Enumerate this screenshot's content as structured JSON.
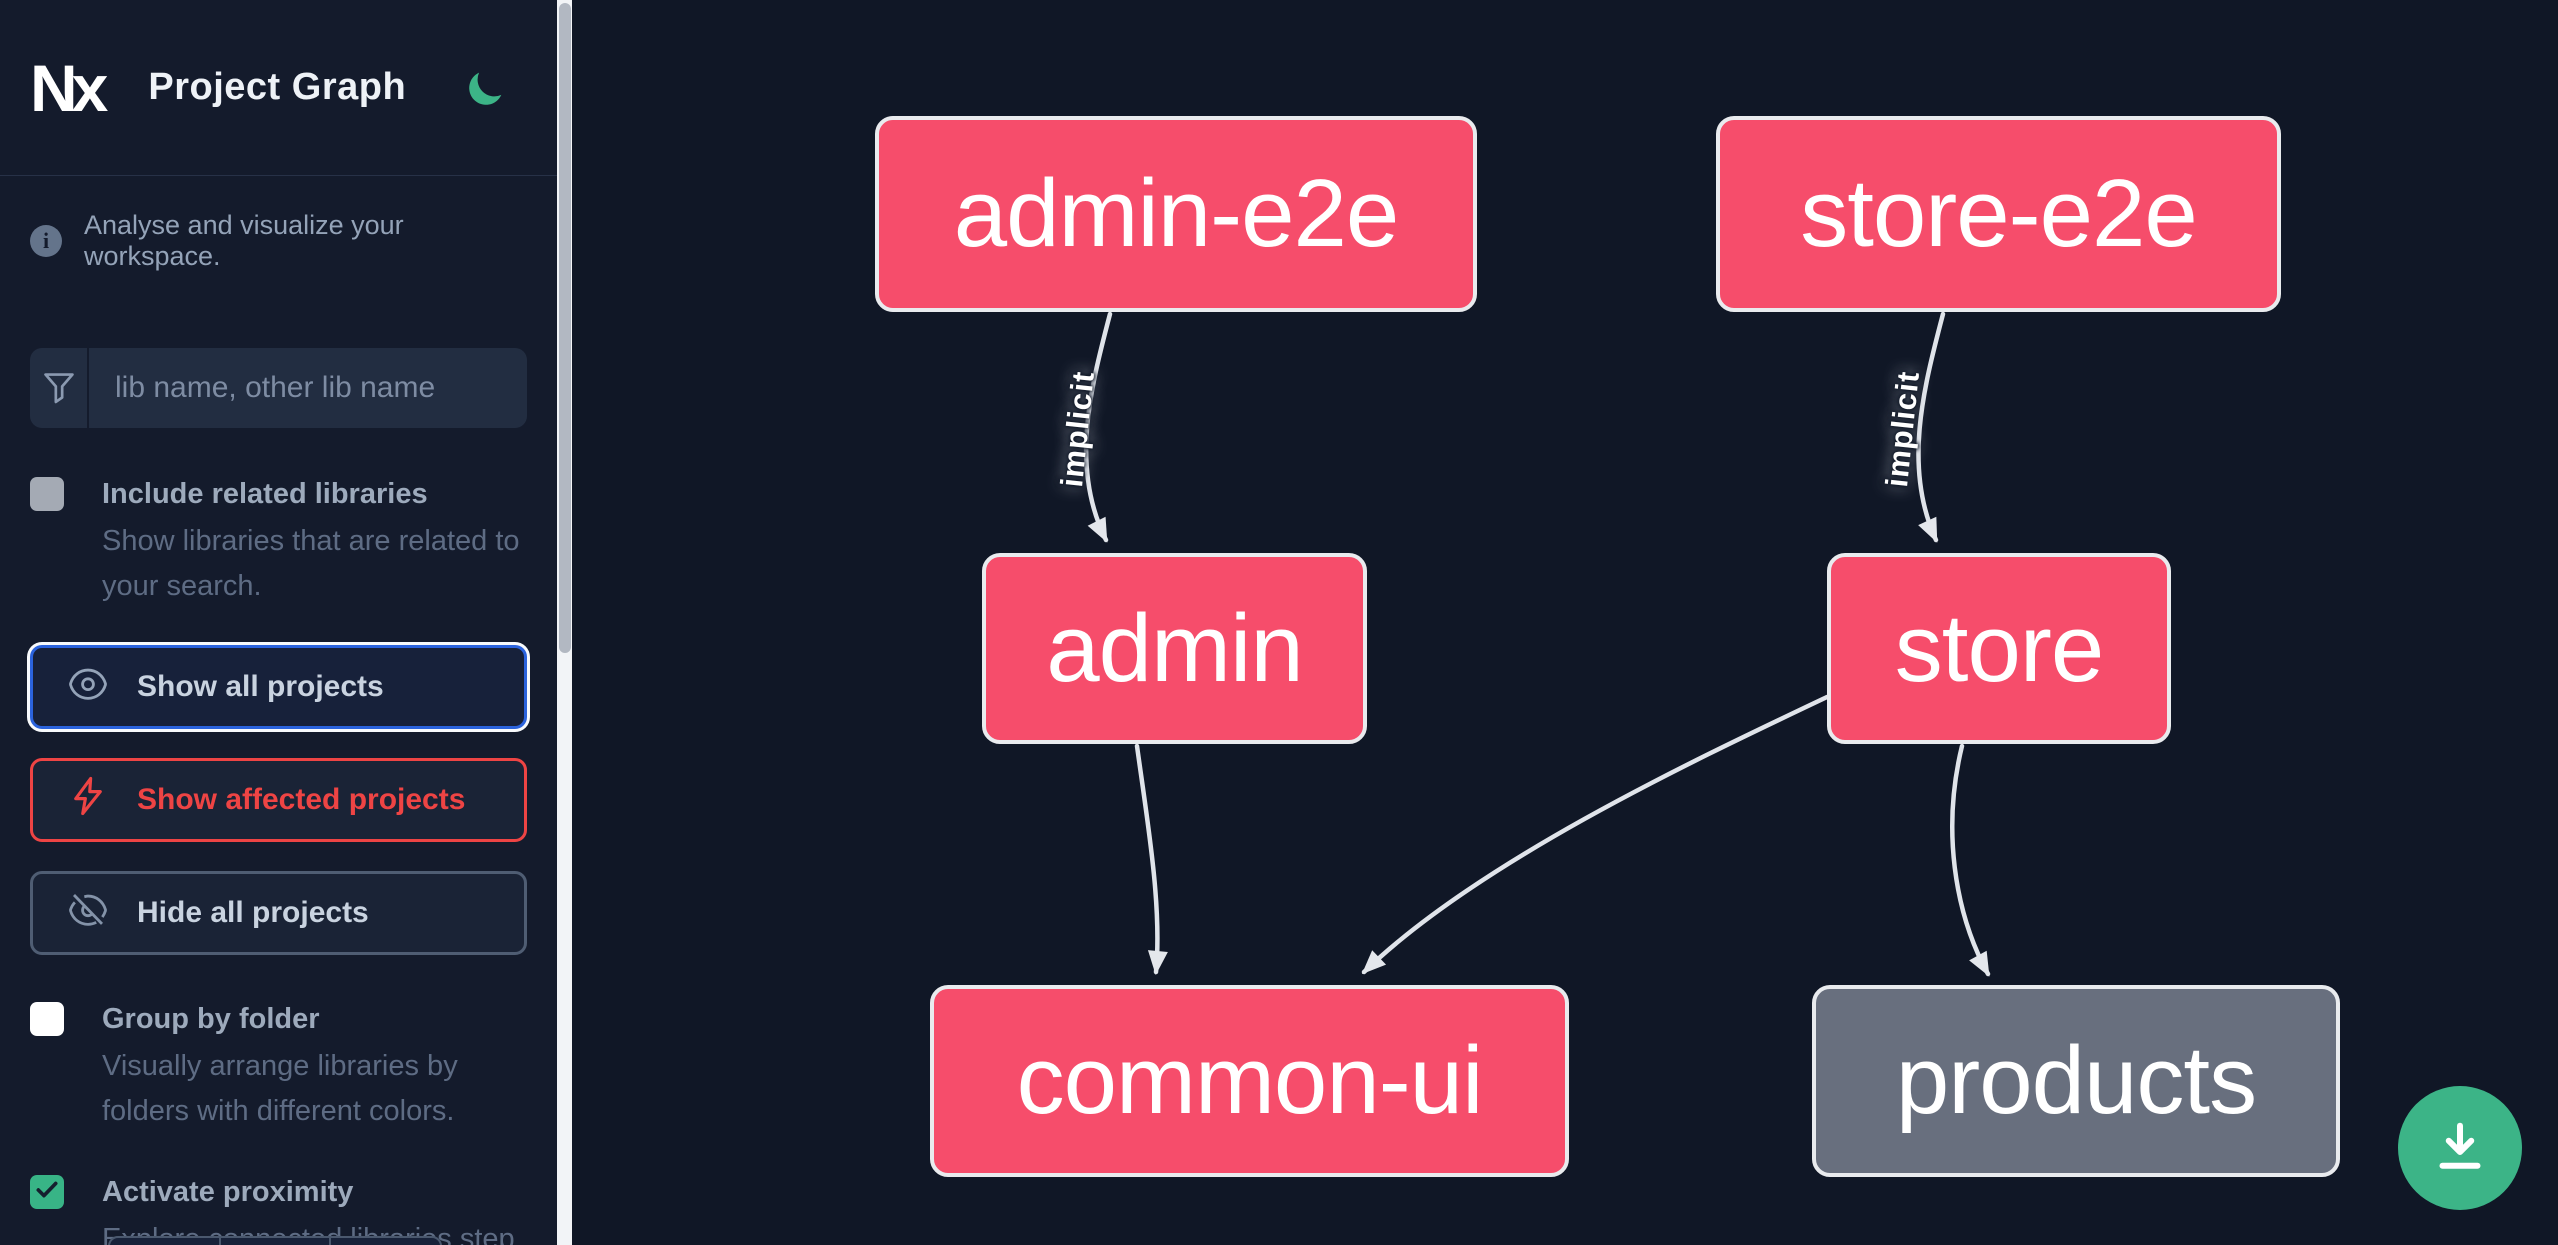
{
  "app": {
    "title": "Project Graph",
    "logo_text": "Nx"
  },
  "sidebar": {
    "header": {
      "title": "Project Graph",
      "theme_toggle_icon": "moon-icon"
    },
    "tagline": {
      "icon": "info-icon",
      "text": "Analyse and visualize your workspace."
    },
    "search": {
      "icon": "filter-funnel-icon",
      "placeholder": "lib name, other lib name",
      "value": ""
    },
    "checkboxes": [
      {
        "label": "Include related libraries",
        "description": "Show libraries that are related to your search.",
        "checked": false,
        "style": "gray-disabled"
      },
      {
        "label": "Group by folder",
        "description": "Visually arrange libraries by folders with different colors.",
        "checked": false,
        "style": "white"
      },
      {
        "label": "Activate proximity",
        "description": "Explore connected libraries step by step.",
        "checked": true,
        "style": "green"
      }
    ],
    "buttons": [
      {
        "label": "Show all projects",
        "icon": "eye-icon",
        "state": "focused"
      },
      {
        "label": "Show affected projects",
        "icon": "bolt-icon",
        "state": "affected"
      },
      {
        "label": "Hide all projects",
        "icon": "eye-off-icon",
        "state": "default"
      }
    ]
  },
  "graph": {
    "nodes": [
      {
        "id": "admin-e2e",
        "label": "admin-e2e",
        "variant": "highlighted"
      },
      {
        "id": "store-e2e",
        "label": "store-e2e",
        "variant": "highlighted"
      },
      {
        "id": "admin",
        "label": "admin",
        "variant": "highlighted"
      },
      {
        "id": "store",
        "label": "store",
        "variant": "highlighted"
      },
      {
        "id": "common-ui",
        "label": "common-ui",
        "variant": "highlighted"
      },
      {
        "id": "products",
        "label": "products",
        "variant": "muted"
      }
    ],
    "edges": [
      {
        "from": "admin-e2e",
        "to": "admin",
        "label": "implicit"
      },
      {
        "from": "store-e2e",
        "to": "store",
        "label": "implicit"
      },
      {
        "from": "admin",
        "to": "common-ui",
        "label": ""
      },
      {
        "from": "store",
        "to": "common-ui",
        "label": ""
      },
      {
        "from": "store",
        "to": "products",
        "label": ""
      }
    ]
  },
  "fab": {
    "icon": "download-icon"
  },
  "colors": {
    "sidebar_bg": "#141b2c",
    "canvas_bg": "#101726",
    "node_highlight": "#f64d6b",
    "node_muted": "#686f7e",
    "node_border": "#e9ebee",
    "edge": "#e0e4ea",
    "accent_green": "#3cb487",
    "focus_blue": "#2b63dd",
    "affected_red": "#ee4444",
    "text_muted": "#94a3b8"
  }
}
